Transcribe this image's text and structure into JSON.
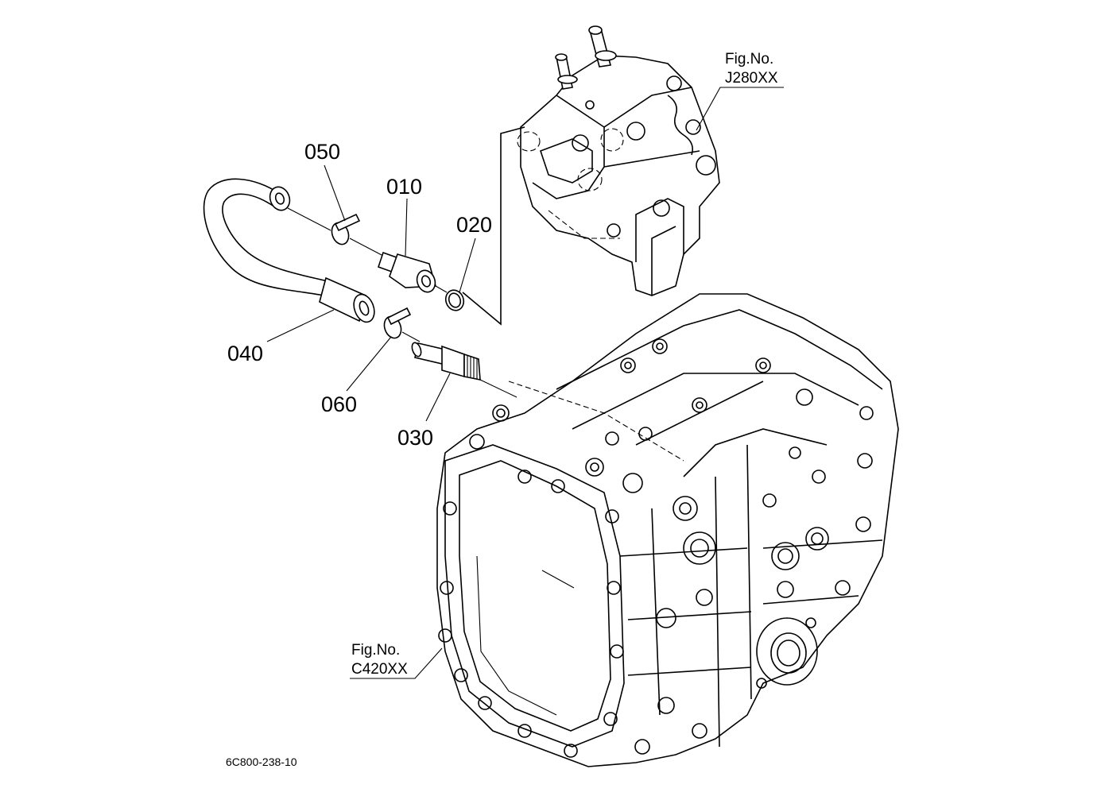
{
  "parts": {
    "p010": "010",
    "p020": "020",
    "p030": "030",
    "p040": "040",
    "p050": "050",
    "p060": "060"
  },
  "figrefs": {
    "top": {
      "line1": "Fig.No.",
      "line2": "J280XX"
    },
    "bottom": {
      "line1": "Fig.No.",
      "line2": "C420XX"
    }
  },
  "diagram_code": "6C800-238-10"
}
